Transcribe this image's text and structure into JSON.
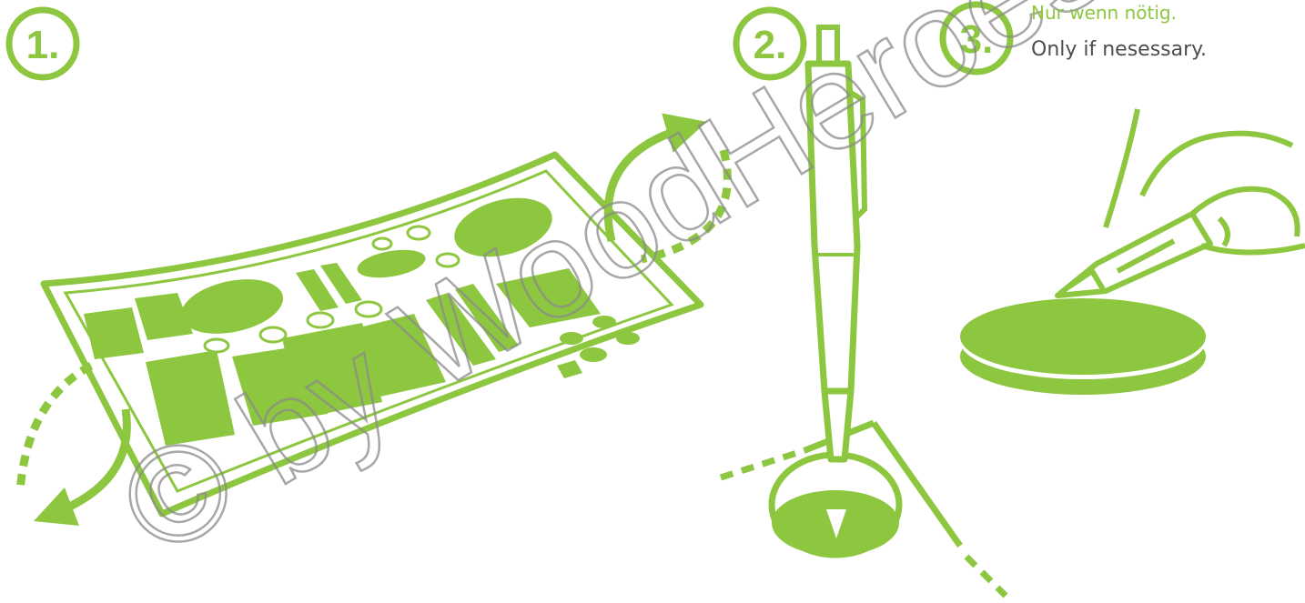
{
  "colors": {
    "green": "#8dc63f",
    "note_text": "#4d4d4d",
    "background": "#ffffff",
    "watermark": "#8a8a8a"
  },
  "steps": [
    {
      "number": "1.",
      "illustration": "bend-sticker-sheet"
    },
    {
      "number": "2.",
      "illustration": "press-out-with-pen"
    },
    {
      "number": "3.",
      "illustration": "trim-with-cutter"
    }
  ],
  "note": {
    "de": "Nur wenn nötig.",
    "en": "Only if nesessary."
  },
  "watermark": "© by WoodHeroes",
  "icons": [
    "bend-arrows-icon",
    "pen-icon",
    "cutter-knife-icon",
    "sticker-disc-icon"
  ]
}
